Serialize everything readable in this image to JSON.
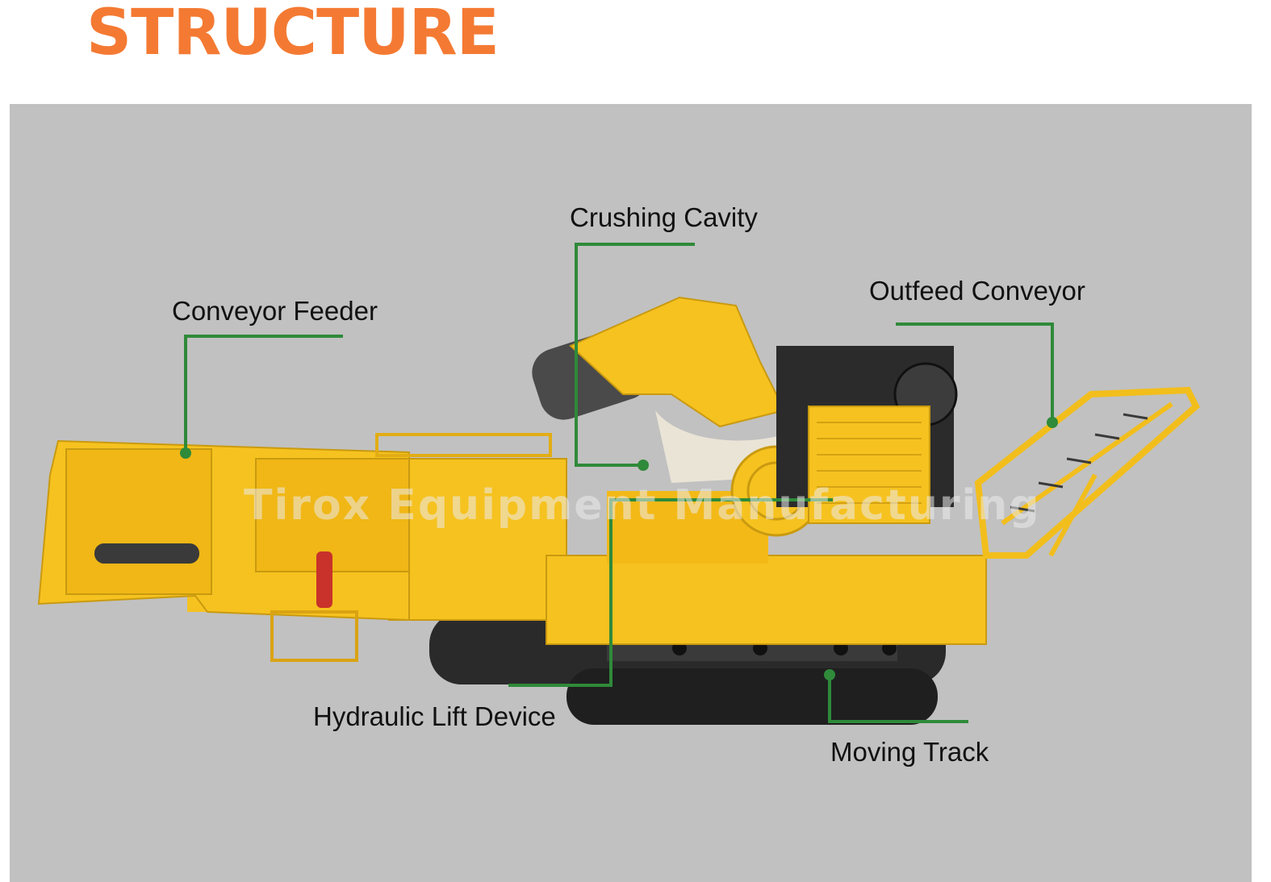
{
  "page": {
    "title": "STRUCTURE"
  },
  "watermark": "Tirox Equipment Manufacturing",
  "colors": {
    "title": "#f47a33",
    "panel": "#c1c1c1",
    "leader": "#2f8a3a",
    "machine": "#f6c21f",
    "track": "#2a2a2a"
  },
  "labels": {
    "crushing_cavity": "Crushing Cavity",
    "outfeed_conveyor": "Outfeed Conveyor",
    "conveyor_feeder": "Conveyor Feeder",
    "hydraulic_lift_device": "Hydraulic Lift Device",
    "moving_track": "Moving Track"
  }
}
